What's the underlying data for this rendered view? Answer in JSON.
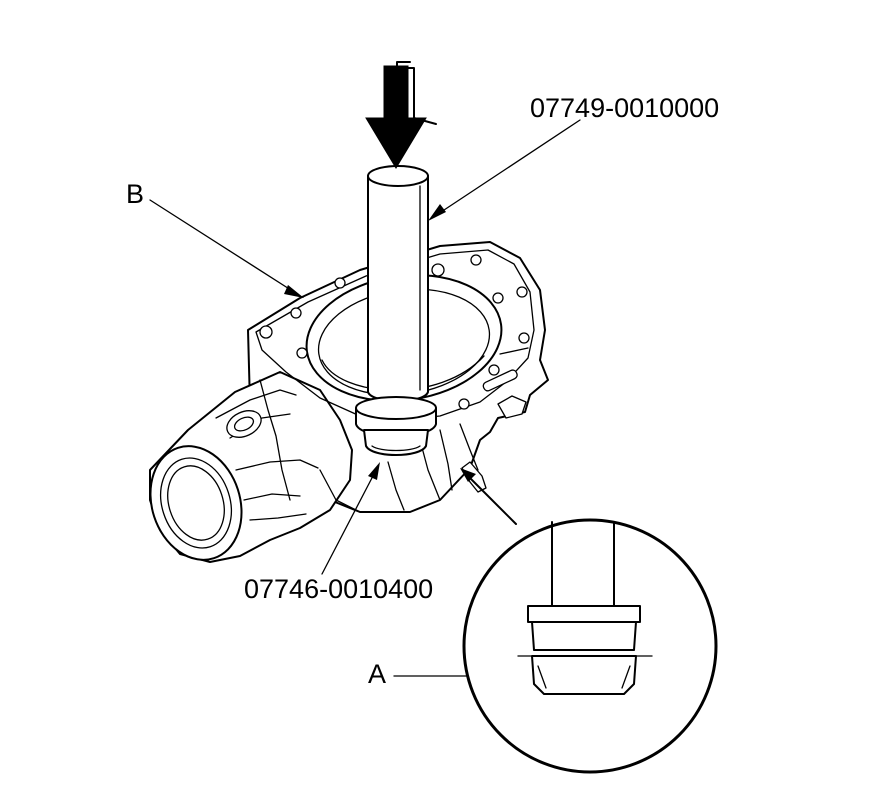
{
  "labels": {
    "tool_top": "07749-0010000",
    "b": "B",
    "tool_bottom": "07746-0010400",
    "a": "A"
  },
  "icons": [
    "press-direction-arrow-icon",
    "detail-magnifier-circle"
  ]
}
